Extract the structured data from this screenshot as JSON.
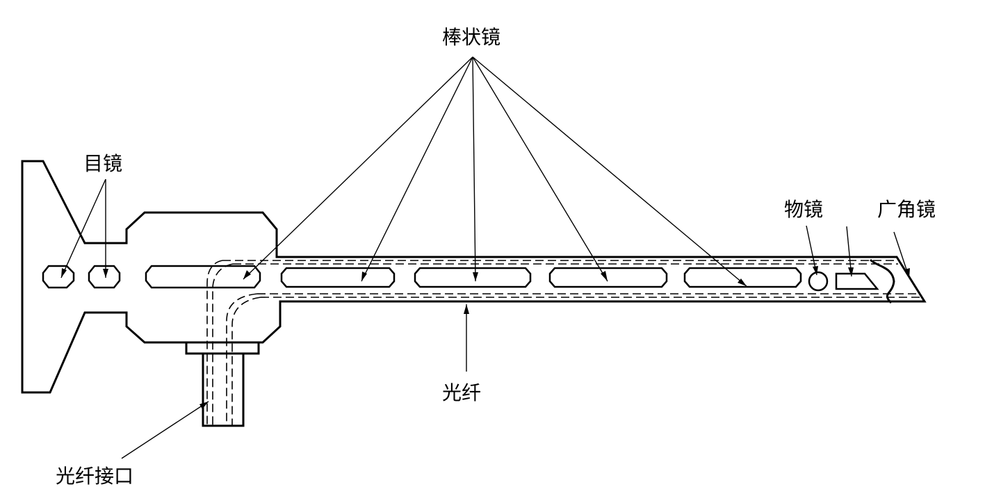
{
  "labels": {
    "rod_lens": "棒状镜",
    "eyepiece": "目镜",
    "objective": "物镜",
    "wide_angle_lens": "广角镜",
    "optical_fiber": "光纤",
    "fiber_connector": "光纤接口"
  },
  "colors": {
    "line": "#000000",
    "background": "#ffffff"
  }
}
